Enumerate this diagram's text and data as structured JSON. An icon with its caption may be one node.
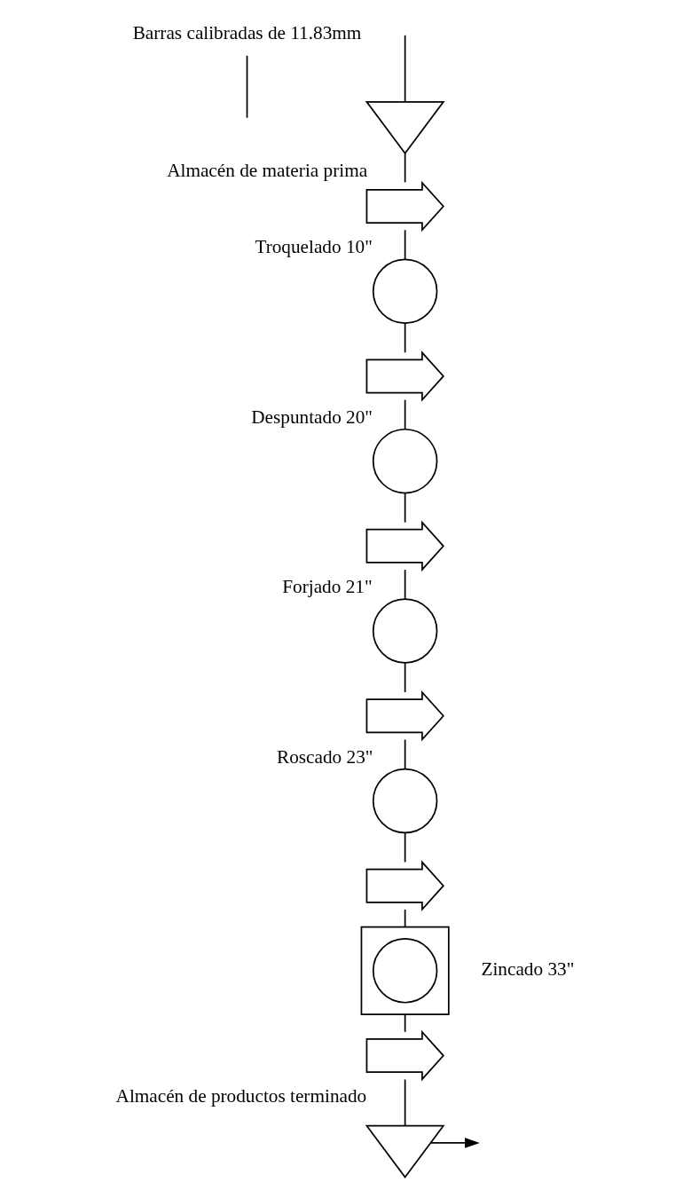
{
  "diagram": {
    "nodes": [
      {
        "text": [
          "Barras calibradas de 11.83mm"
        ]
      },
      {
        "text": [],
        "shape": "triangle"
      },
      {
        "text": [],
        "shape": "arrow",
        "beside": [
          "Almacén de materia prima"
        ]
      },
      {
        "text": [],
        "shape": "circle",
        "beside": [
          "Troquelado 10\""
        ]
      },
      {
        "text": [],
        "shape": "arrow"
      },
      {
        "text": [],
        "shape": "circle",
        "beside": [
          "Despuntado 20\""
        ]
      },
      {
        "text": [],
        "shape": "arrow"
      },
      {
        "text": [],
        "shape": "circle",
        "beside": [
          "Forjado 21\""
        ]
      },
      {
        "text": [],
        "shape": "arrow"
      },
      {
        "text": [],
        "shape": "circle",
        "beside": [
          "Roscado 23\""
        ]
      },
      {
        "text": [],
        "shape": "arrow"
      },
      {
        "text": [],
        "shape": "box",
        "beside": [
          "Zincado 33\""
        ]
      },
      {
        "text": [],
        "shape": "circle",
        "in": 11
      },
      {
        "text": [],
        "shape": "arrow"
      },
      {
        "text": [],
        "shape": "triangle",
        "beside": [
          "Almacén de productos terminado"
        ]
      }
    ],
    "edges": [
      {
        "from": 0,
        "to": null,
        "arrow": "none"
      },
      {
        "from": null,
        "to": 1,
        "arrow": "none"
      },
      {
        "from": 1,
        "to": 2,
        "arrow": "none"
      },
      {
        "from": 2,
        "to": 3,
        "arrow": "none"
      },
      {
        "from": 3,
        "to": 4,
        "arrow": "none"
      },
      {
        "from": 4,
        "to": 5,
        "arrow": "none"
      },
      {
        "from": 5,
        "to": 6,
        "arrow": "none"
      },
      {
        "from": 6,
        "to": 7,
        "arrow": "none"
      },
      {
        "from": 7,
        "to": 8,
        "arrow": "none"
      },
      {
        "from": 8,
        "to": 9,
        "arrow": "none"
      },
      {
        "from": 9,
        "to": 10,
        "arrow": "none"
      },
      {
        "from": 10,
        "to": 11,
        "arrow": "none"
      },
      {
        "from": 11,
        "to": 13,
        "arrow": "none"
      },
      {
        "from": 13,
        "to": 14,
        "arrow": "none"
      },
      {
        "from": 14,
        "to": null,
        "arrow": "to"
      }
    ]
  }
}
